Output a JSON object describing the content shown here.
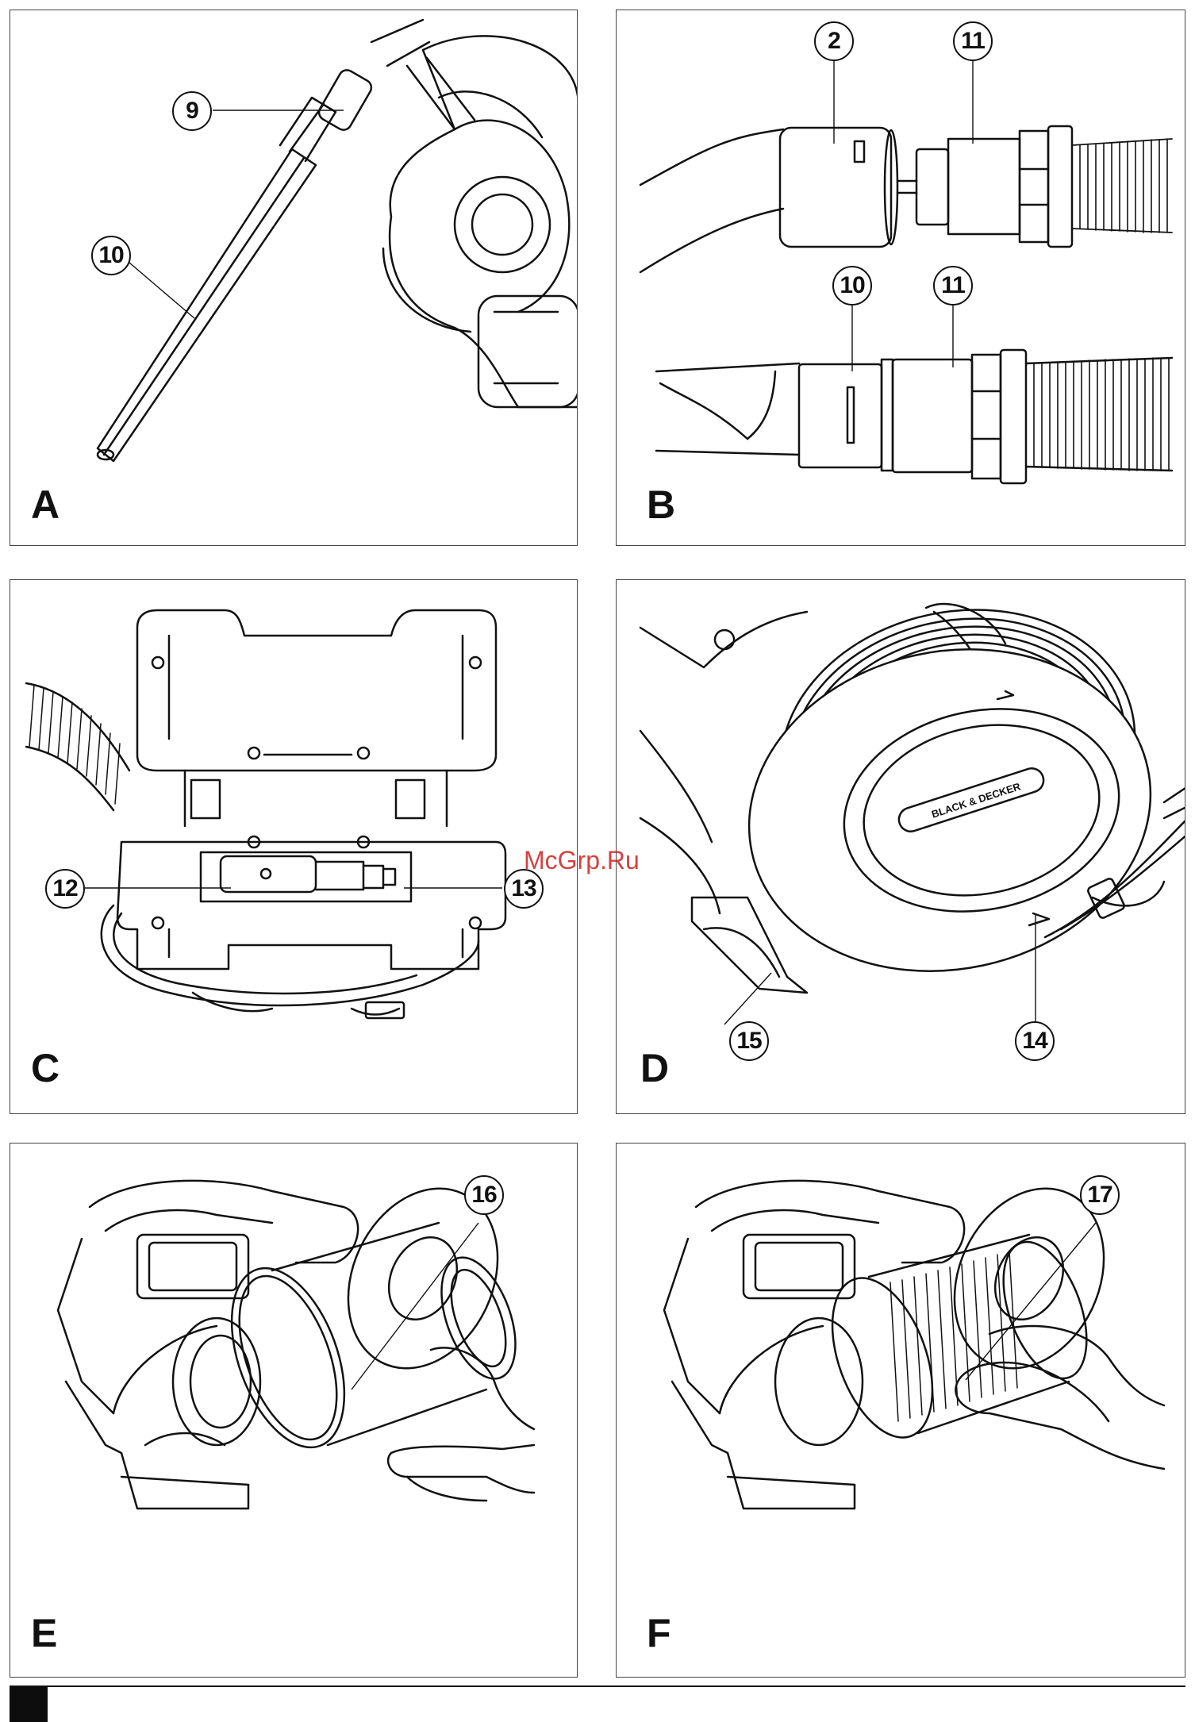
{
  "panels": [
    {
      "letter": "A",
      "callouts": [
        "9",
        "10"
      ]
    },
    {
      "letter": "B",
      "callouts": [
        "2",
        "11",
        "10",
        "11"
      ]
    },
    {
      "letter": "C",
      "callouts": [
        "12",
        "13"
      ]
    },
    {
      "letter": "D",
      "callouts": [
        "15",
        "14"
      ],
      "brand": "BLACK & DECKER"
    },
    {
      "letter": "E",
      "callouts": [
        "16"
      ]
    },
    {
      "letter": "F",
      "callouts": [
        "17"
      ]
    }
  ],
  "watermark": "McGrp.Ru"
}
